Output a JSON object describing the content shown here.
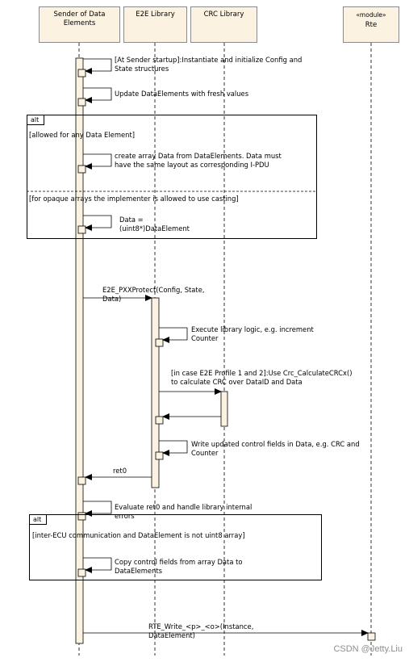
{
  "lifelines": {
    "sender": "Sender of Data\nElements",
    "e2e": "E2E Library",
    "crc": "CRC Library",
    "rte_stereotype": "«module»",
    "rte": "Rte"
  },
  "messages": {
    "m1": "[At Sender startup]:Instantiate and initialize Config and\nState structures",
    "m2": "Update DataElements with fresh values",
    "m3": "create array Data from DataElements. Data must\nhave the same layout as corresponding I-PDU",
    "m4": "Data =\n(uint8*)DataElement",
    "m5": "E2E_PXXProtect(Config, State,\nData)",
    "m6": "Execute library logic, e.g. increment\nCounter",
    "m7": "[in case E2E Profile 1 and 2]:Use Crc_CalculateCRCx()\nto calculate CRC over DataID and Data",
    "m8": "Write updated control fields in Data, e.g. CRC and\nCounter",
    "m9": "ret0",
    "m10": "Evaluate ret0 and handle library internal\nerrors",
    "m11": "Copy control fields from array Data to\nDataElements",
    "m12": "RTE_Write_<p>_<o>(Instance,\nDataElement)"
  },
  "frames": {
    "alt1_tag": "alt",
    "alt1_guard1": "[allowed for any Data Element]",
    "alt1_guard2": "[for opaque arrays the implementer is allowed to use casting]",
    "alt2_tag": "alt",
    "alt2_guard1": "[inter-ECU communication and DataElement is not uint8 array]"
  },
  "watermark": "CSDN @Jetty.Liu"
}
